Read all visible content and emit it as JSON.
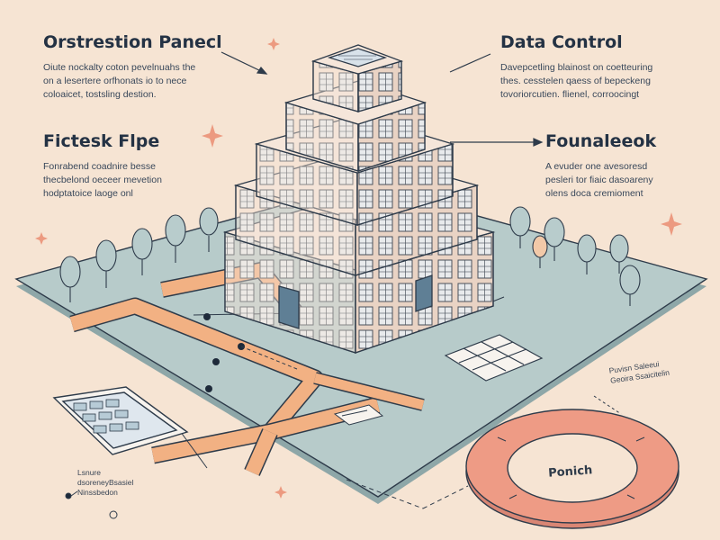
{
  "callouts": {
    "orchestration": {
      "title": "Orstrestion Panecl",
      "lines": [
        "Oiute nockalty coton pevelnuahs the",
        "on a lesertere orfhonats io to nece",
        "coloaicet, tostsling destion."
      ]
    },
    "data_control": {
      "title": "Data Control",
      "lines": [
        "Davepcetling blainost on coetteuring",
        "thes. cesstelen qaess of bepeckeng",
        "tovoriorcutien. flienel, corroocingt"
      ]
    },
    "fictesk": {
      "title": "Fictesk Flpe",
      "lines": [
        "Fonrabend coadnire besse",
        "thecbelond oeceer mevetion",
        "hodptatoice laoge onl"
      ]
    },
    "foundation": {
      "title": "Founaleeok",
      "lines": [
        "A evuder one avesoresd",
        "pesleri tor fiaic dasoareny",
        "olens doca cremioment"
      ]
    }
  },
  "legend": {
    "lines": [
      "Lsnure",
      "dsoreneyBsasiel",
      "Ninssbedon"
    ]
  },
  "right_note": {
    "lines": [
      "Puvisn Saleeui",
      "Geoira Ssaicitelin"
    ]
  },
  "ring_label": "Ponich",
  "colors": {
    "background": "#f6e4d3",
    "ground": "#b7cbca",
    "path": "#f2b183",
    "building": "#f2dfd0",
    "ring": "#ee9b85",
    "ink": "#243244"
  }
}
